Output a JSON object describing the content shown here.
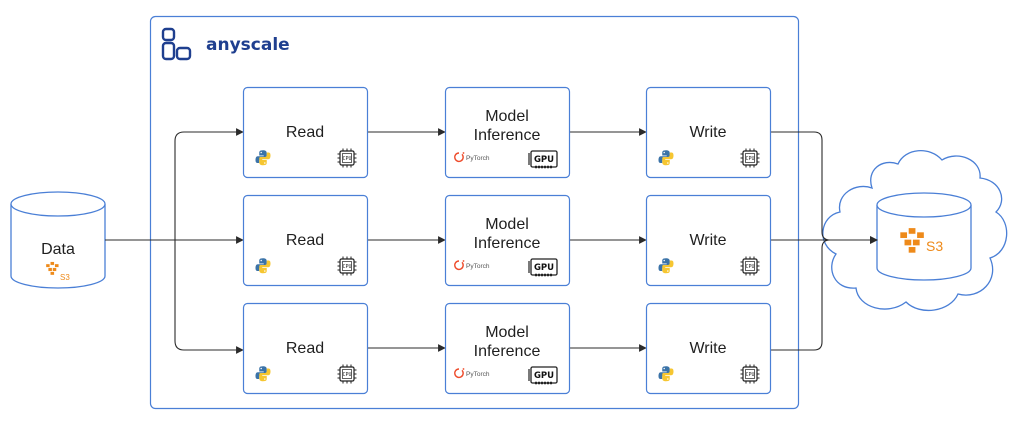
{
  "brand": {
    "name": "anyscale"
  },
  "source": {
    "label": "Data",
    "service": "S3"
  },
  "sink": {
    "service": "S3"
  },
  "rows": [
    {
      "read": "Read",
      "model": [
        "Model",
        "Inference"
      ],
      "write": "Write",
      "framework": "PyTorch",
      "read_chip": "CPU",
      "model_chip": "GPU",
      "write_chip": "CPU"
    },
    {
      "read": "Read",
      "model": [
        "Model",
        "Inference"
      ],
      "write": "Write",
      "framework": "PyTorch",
      "read_chip": "CPU",
      "model_chip": "GPU",
      "write_chip": "CPU"
    },
    {
      "read": "Read",
      "model": [
        "Model",
        "Inference"
      ],
      "write": "Write",
      "framework": "PyTorch",
      "read_chip": "CPU",
      "model_chip": "GPU",
      "write_chip": "CPU"
    }
  ]
}
